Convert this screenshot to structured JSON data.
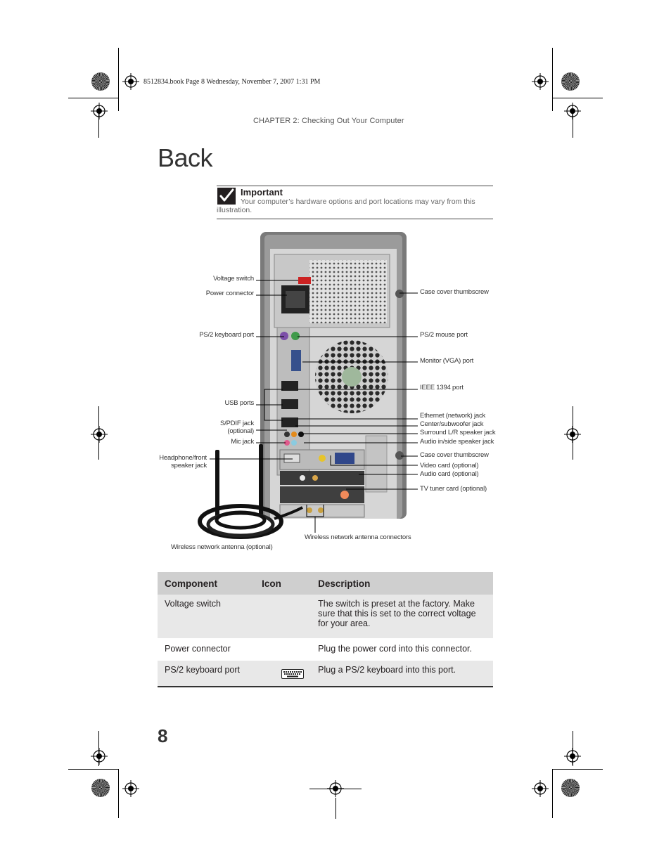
{
  "header": {
    "book_info": "8512834.book  Page 8  Wednesday, November 7, 2007  1:31 PM",
    "running_head": "CHAPTER 2: Checking Out Your Computer"
  },
  "page_title": "Back",
  "important": {
    "icon": "checkmark-icon",
    "title": "Important",
    "text": "Your computer’s hardware options and port locations may vary from this illustration."
  },
  "figure": {
    "callouts_left": {
      "voltage_switch": "Voltage switch",
      "power_connector": "Power connector",
      "ps2_keyboard": "PS/2 keyboard port",
      "usb_ports": "USB ports",
      "spdif_1": "S/PDIF jack",
      "spdif_2": "(optional)",
      "mic": "Mic jack",
      "headphone_1": "Headphone/front",
      "headphone_2": "speaker jack",
      "antenna": "Wireless network antenna (optional)"
    },
    "callouts_right": {
      "case_cover_top": "Case cover thumbscrew",
      "ps2_mouse": "PS/2 mouse port",
      "vga": "Monitor (VGA) port",
      "ieee1394": "IEEE 1394 port",
      "ethernet": "Ethernet (network) jack",
      "center_sub": "Center/subwoofer jack",
      "surround": "Surround L/R speaker jack",
      "audio_in": "Audio in/side speaker jack",
      "case_cover_bottom": "Case cover thumbscrew",
      "video_card": "Video card (optional)",
      "audio_card": "Audio card (optional)",
      "tv_tuner": "TV tuner card (optional)",
      "antenna_connectors": "Wireless network antenna connectors"
    }
  },
  "table": {
    "headers": {
      "component": "Component",
      "icon": "Icon",
      "description": "Description"
    },
    "rows": [
      {
        "component": "Voltage switch",
        "icon": "",
        "description": "The switch is preset at the factory. Make sure that this is set to the correct voltage for your area."
      },
      {
        "component": "Power connector",
        "icon": "",
        "description": "Plug the power cord into this connector."
      },
      {
        "component": "PS/2 keyboard port",
        "icon": "keyboard-icon",
        "description": "Plug a PS/2 keyboard into this port."
      }
    ]
  },
  "page_number": "8"
}
